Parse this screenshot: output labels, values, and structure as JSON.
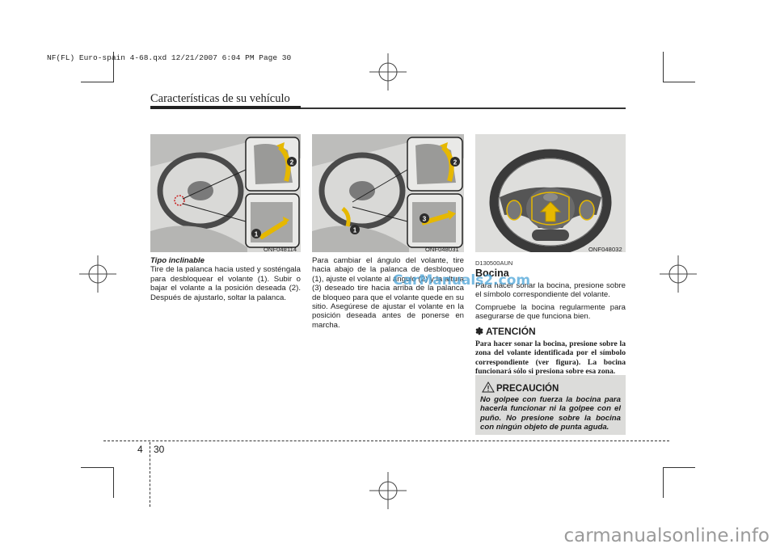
{
  "header": {
    "file_line": "NF(FL) Euro-spain 4-68.qxd  12/21/2007  6:04 PM  Page 30"
  },
  "section": {
    "title": "Características de su vehículo"
  },
  "figures": {
    "fig1_code": "ONF048114",
    "fig2_code": "ONF048031",
    "fig3_code": "ONF048032",
    "callouts": {
      "one": "1",
      "two": "2",
      "three": "3"
    }
  },
  "col1": {
    "heading": "Tipo inclinable",
    "body": "Tire de la palanca hacia usted y sosténgala para desbloquear el volante (1). Subir o bajar el volante a la posición deseada (2). Después de ajustarlo, soltar la palanca."
  },
  "col2": {
    "body": "Para cambiar el ángulo del volante, tire hacia abajo de la palanca de desbloqueo (1), ajuste el volante al ángulo (2) y la altura (3) deseado tire hacia arriba de la palanca de bloqueo para que el volante quede en su sitio. Asegúrese de ajustar el volante en la posición deseada antes de ponerse en marcha."
  },
  "col3": {
    "doc_code": "D130500AUN",
    "heading": "Bocina",
    "p1": "Para hacer sonar la bocina, presione sobre el símbolo correspondiente del volante.",
    "p2": "Compruebe la bocina regularmente para asegurarse de que funciona bien.",
    "atencion_head": "✽ ATENCIÓN",
    "atencion_body": "Para hacer sonar la bocina, presione sobre la zona del volante identificada por el símbolo correspondiente (ver figura). La bocina funcionará sólo si presiona sobre esa zona."
  },
  "precaucion": {
    "title": "PRECAUCIÓN",
    "body": "No golpee con fuerza la bocina para hacerla funcionar ni la golpee con el puño. No presione sobre la bocina con ningún objeto de punta aguda."
  },
  "page": {
    "chapter": "4",
    "number": "30"
  },
  "watermarks": {
    "center": "CarManuals2.com",
    "footer": "carmanualsonline.info"
  }
}
